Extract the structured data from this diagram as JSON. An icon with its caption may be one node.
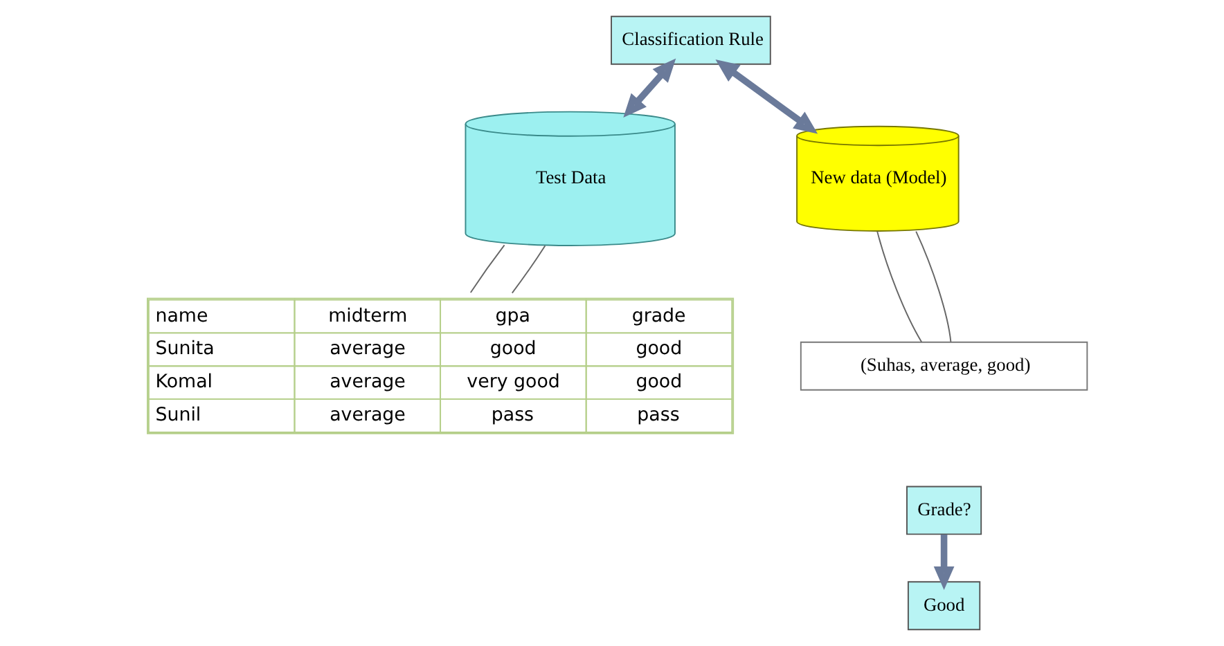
{
  "diagram": {
    "nodes": [
      {
        "text": [
          "Classification Rule"
        ]
      },
      {
        "text": [
          "Test Data"
        ]
      },
      {
        "text": [
          "New data (Model)"
        ]
      },
      {
        "text": [
          "name",
          "midterm",
          "gpa",
          "grade",
          "Sunita",
          "average",
          "good",
          "good",
          "Komal",
          "average",
          "very good",
          "good",
          "Sunil",
          "average",
          "pass",
          "pass"
        ]
      },
      {
        "text": [
          "(Suhas, average, good)"
        ]
      },
      {
        "text": [
          "Grade?"
        ]
      },
      {
        "text": [
          "Good"
        ]
      }
    ],
    "edges": [
      {
        "from": 1,
        "to": 0,
        "arrow": "both",
        "style": "thick"
      },
      {
        "from": 0,
        "to": 2,
        "arrow": "both",
        "style": "thick"
      },
      {
        "from": 1,
        "to": 3,
        "arrow": "none"
      },
      {
        "from": 1,
        "to": 3,
        "arrow": "none"
      },
      {
        "from": 2,
        "to": 4,
        "arrow": "none"
      },
      {
        "from": 2,
        "to": 4,
        "arrow": "none"
      },
      {
        "from": 5,
        "to": 6,
        "arrow": "to",
        "style": "thick"
      }
    ]
  }
}
